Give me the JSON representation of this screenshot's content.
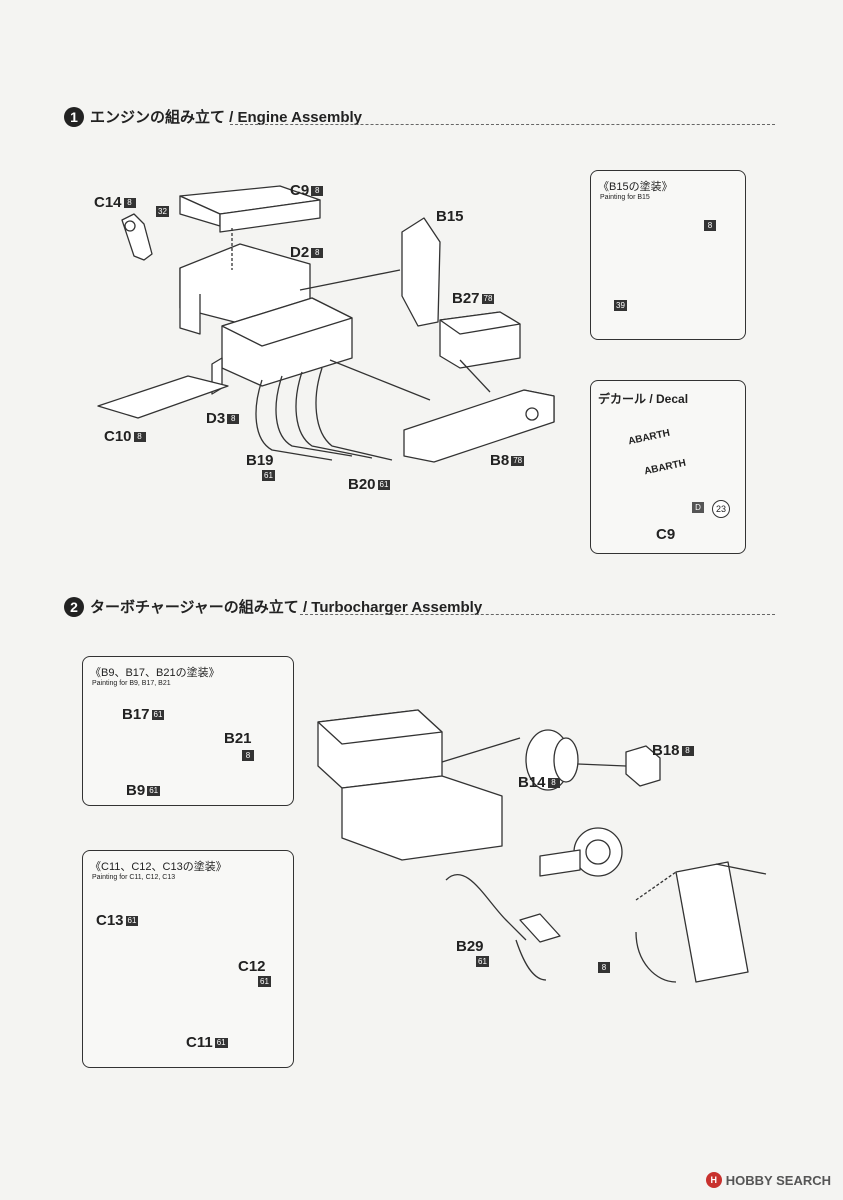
{
  "step1": {
    "number": "1",
    "title": "エンジンの組み立て / Engine Assembly",
    "parts": {
      "c14": {
        "label": "C14",
        "tag": "8"
      },
      "c9": {
        "label": "C9",
        "tag": "8"
      },
      "d2": {
        "label": "D2",
        "tag": "8"
      },
      "b15": {
        "label": "B15"
      },
      "b27": {
        "label": "B27",
        "tag": "78"
      },
      "d3": {
        "label": "D3",
        "tag": "8"
      },
      "c10": {
        "label": "C10",
        "tag": "8"
      },
      "b19": {
        "label": "B19",
        "tag": "61"
      },
      "b20": {
        "label": "B20",
        "tag": "61"
      },
      "b8": {
        "label": "B8",
        "tag": "78"
      }
    },
    "callout_32": "32",
    "painting_box": {
      "title": "《B15の塗装》",
      "subtitle": "Painting for B15",
      "tag_top": "8",
      "tag_bottom": "39"
    },
    "decal_box": {
      "title": "デカール / Decal",
      "decal_text_1": "ABARTH",
      "decal_text_2": "ABARTH",
      "decal_letter": "D",
      "decal_number": "23",
      "part": "C9"
    }
  },
  "step2": {
    "number": "2",
    "title": "ターボチャージャーの組み立て / Turbocharger Assembly",
    "painting_box_1": {
      "title": "《B9、B17、B21の塗装》",
      "subtitle": "Painting for B9, B17, B21",
      "b17": {
        "label": "B17",
        "tag": "61"
      },
      "b21": {
        "label": "B21",
        "tag": "8"
      },
      "b9": {
        "label": "B9",
        "tag": "61"
      }
    },
    "painting_box_2": {
      "title": "《C11、C12、C13の塗装》",
      "subtitle": "Painting for C11, C12, C13",
      "c13": {
        "label": "C13",
        "tag": "61"
      },
      "c12": {
        "label": "C12",
        "tag": "61"
      },
      "c11": {
        "label": "C11",
        "tag": "61"
      }
    },
    "parts": {
      "b18": {
        "label": "B18",
        "tag": "8"
      },
      "b14": {
        "label": "B14",
        "tag": "8"
      },
      "b29": {
        "label": "B29",
        "tag": "61"
      },
      "tag_8": "8"
    }
  },
  "watermark": "HOBBY SEARCH"
}
